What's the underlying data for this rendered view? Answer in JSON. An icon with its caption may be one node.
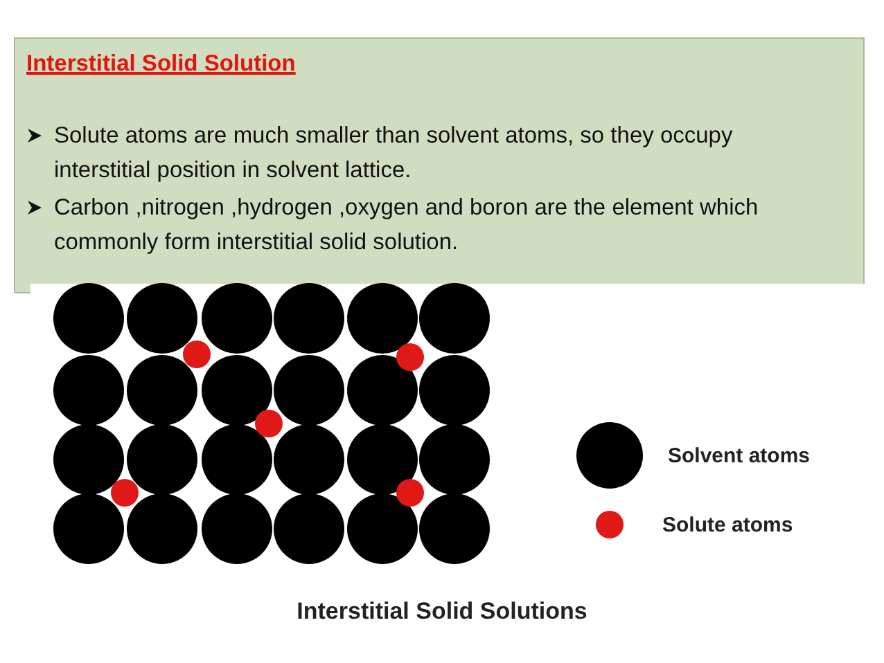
{
  "diagram": {
    "title": "Interstitial Solid Solution",
    "caption": "Interstitial Solid Solutions",
    "labels": [
      "Solute atoms are much smaller than solvent atoms, so they occupy interstitial position in solvent lattice.",
      "Carbon ,nitrogen ,hydrogen ,oxygen and boron are the element which commonly form interstitial solid solution."
    ],
    "legend": [
      {
        "text": "Solvent atoms",
        "color": "#000000"
      },
      {
        "text": "Solute atoms",
        "color": "#e01818"
      }
    ]
  }
}
